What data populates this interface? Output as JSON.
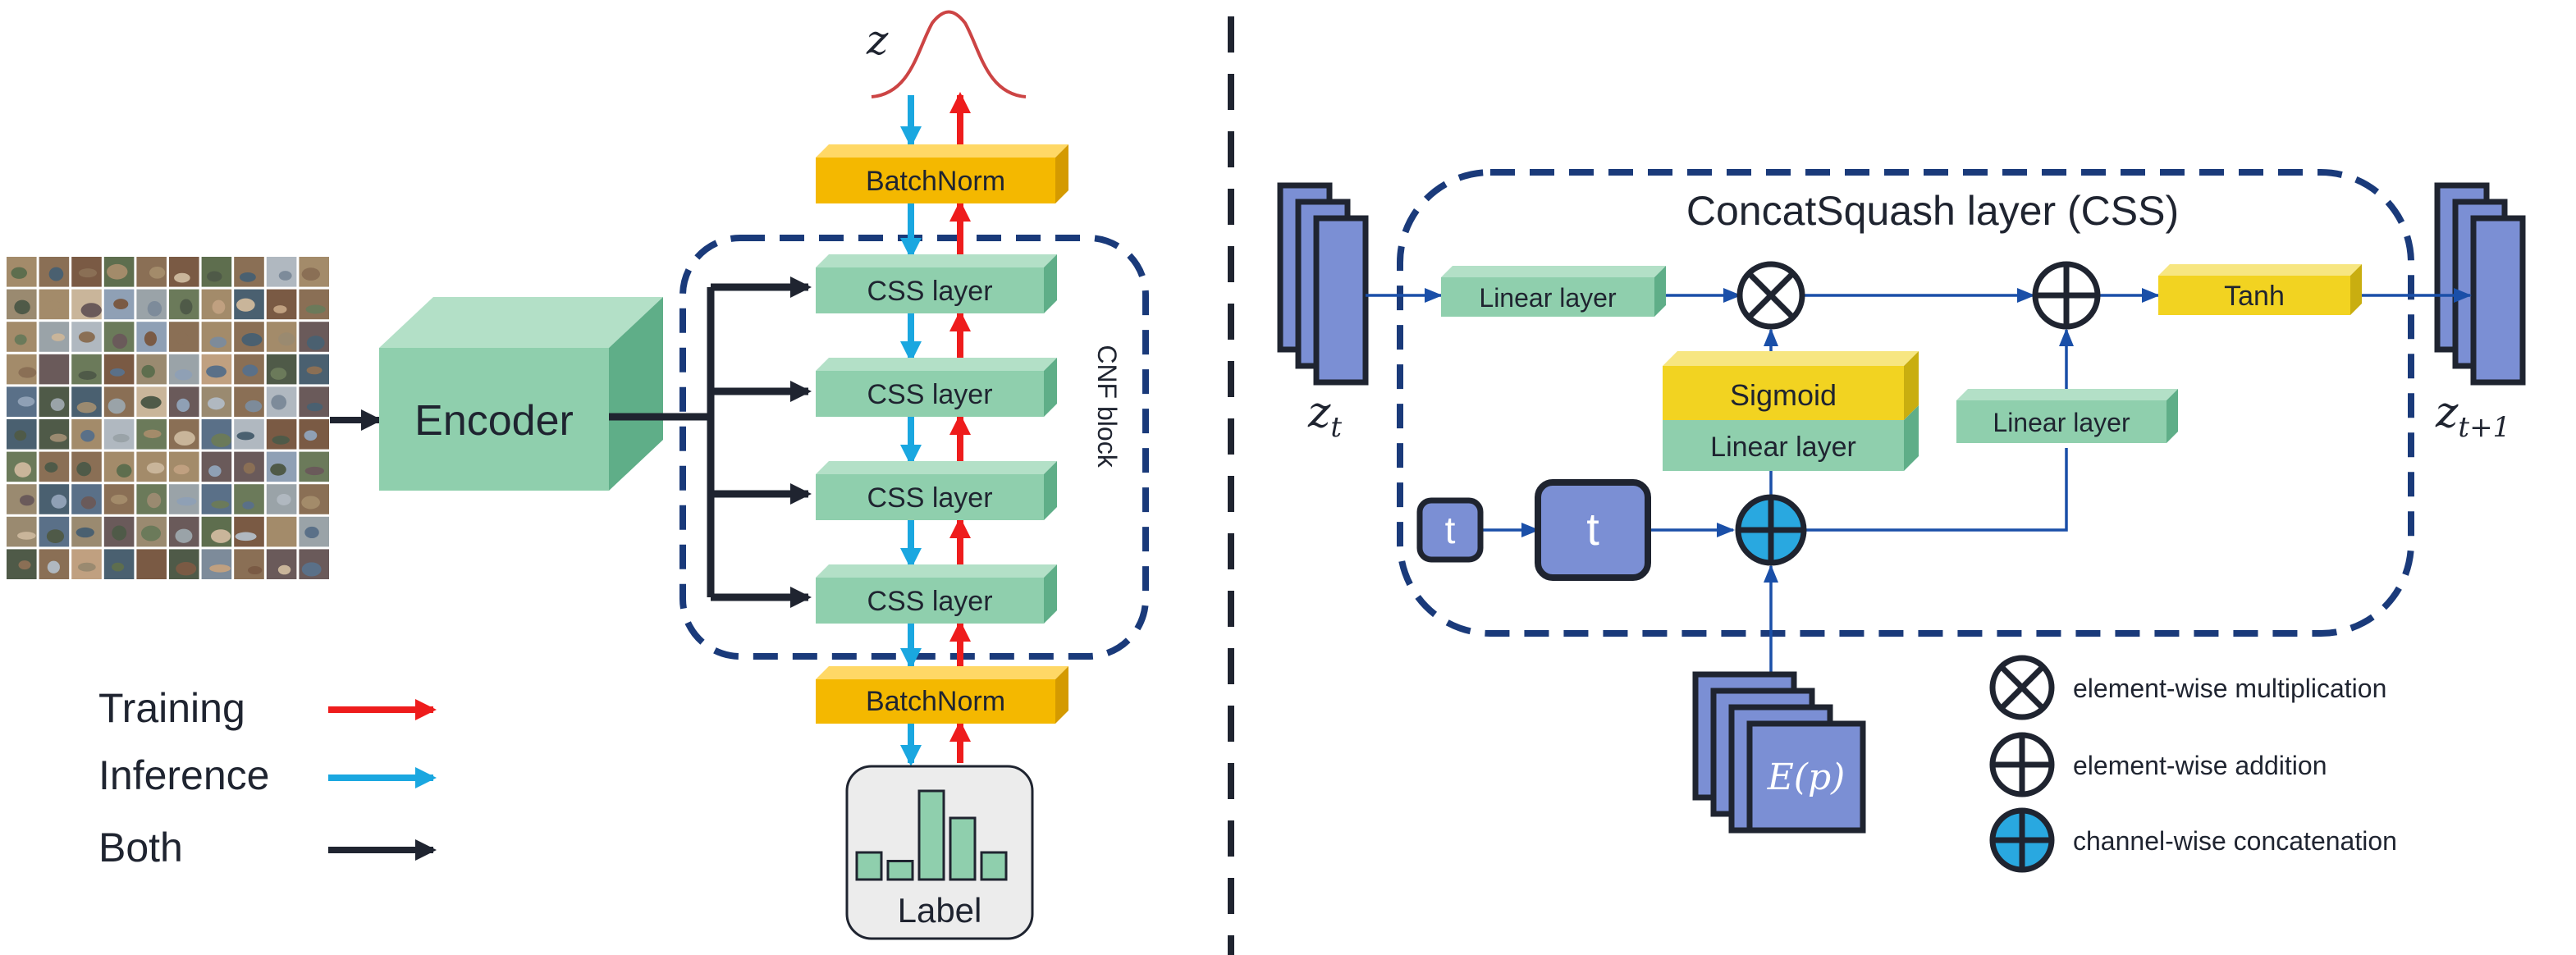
{
  "left": {
    "encoder_label": "Encoder",
    "batchnorm_top": "BatchNorm",
    "batchnorm_bottom": "BatchNorm",
    "css_layers": [
      "CSS layer",
      "CSS layer",
      "CSS layer",
      "CSS layer"
    ],
    "cnf_block_label": "CNF block",
    "latent_symbol": "z",
    "label_box": "Label",
    "label_histogram_values": [
      0.22,
      0.15,
      0.72,
      0.5,
      0.22
    ],
    "legend": [
      {
        "label": "Training",
        "color": "#ee1c1c"
      },
      {
        "label": "Inference",
        "color": "#1aa7e0"
      },
      {
        "label": "Both",
        "color": "#1f2430"
      }
    ]
  },
  "right": {
    "title": "ConcatSquash layer (CSS)",
    "zt_base": "z",
    "zt_sub": "t",
    "zt1_base": "z",
    "zt1_sub": "t+1",
    "linear_top": "Linear layer",
    "linear_mid": "Linear layer",
    "linear_right": "Linear layer",
    "sigmoid": "Sigmoid",
    "tanh": "Tanh",
    "t_small": "t",
    "t_large": "t",
    "ep_label": "E(p)",
    "ops_legend": [
      {
        "kind": "multiply",
        "label": "element-wise multiplication"
      },
      {
        "kind": "add",
        "label": "element-wise addition"
      },
      {
        "kind": "concat",
        "label": "channel-wise concatenation"
      }
    ]
  },
  "colors": {
    "green_face": "#8fcfad",
    "green_top": "#b3e0c7",
    "green_side": "#5fae88",
    "yellow_face": "#f4b800",
    "yellow_top": "#ffd866",
    "yellow_side": "#d49a00",
    "sig_face": "#f2d321",
    "sig_top": "#f7e681",
    "sig_side": "#c9ae10",
    "blue_fill": "#7b8fd4",
    "dash_blue": "#1a3a7a",
    "line_blue": "#1a4fa8",
    "concat_cyan": "#29a8e0",
    "training_red": "#ee1c1c",
    "inference_cyan": "#1aa7e0",
    "both_dark": "#1f2430",
    "gaussian_red": "#cc4444"
  }
}
